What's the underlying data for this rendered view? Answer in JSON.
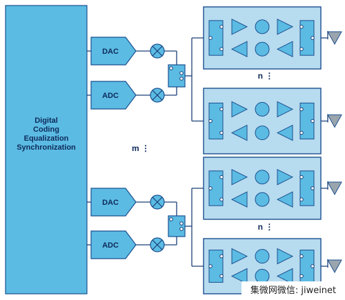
{
  "colors": {
    "block_fill": "#5bbbe3",
    "block_stroke": "#1b4f8f",
    "module_fill": "#b7dbef",
    "antenna_fill": "#9aa5ad",
    "wire": "#1b3f78",
    "text": "#0e2a5a"
  },
  "digital_block": {
    "lines": [
      "Digital",
      "Coding",
      "Equalization",
      "Synchronization"
    ]
  },
  "converters": {
    "dac_label": "DAC",
    "adc_label": "ADC"
  },
  "labels": {
    "m_dots": "m ⋮",
    "n_dots": "n ⋮"
  },
  "groups": [
    {
      "id": "top",
      "dac": "DAC",
      "adc": "ADC"
    },
    {
      "id": "bottom",
      "dac": "DAC",
      "adc": "ADC"
    }
  ],
  "icons": {
    "mixer": "mixer-icon",
    "switch": "switch-icon",
    "amplifier": "amplifier-icon",
    "phase_shifter": "phase-shifter-icon",
    "antenna": "antenna-icon",
    "circulator": "circulator-icon"
  },
  "watermark": "集微网微信: jiweinet"
}
